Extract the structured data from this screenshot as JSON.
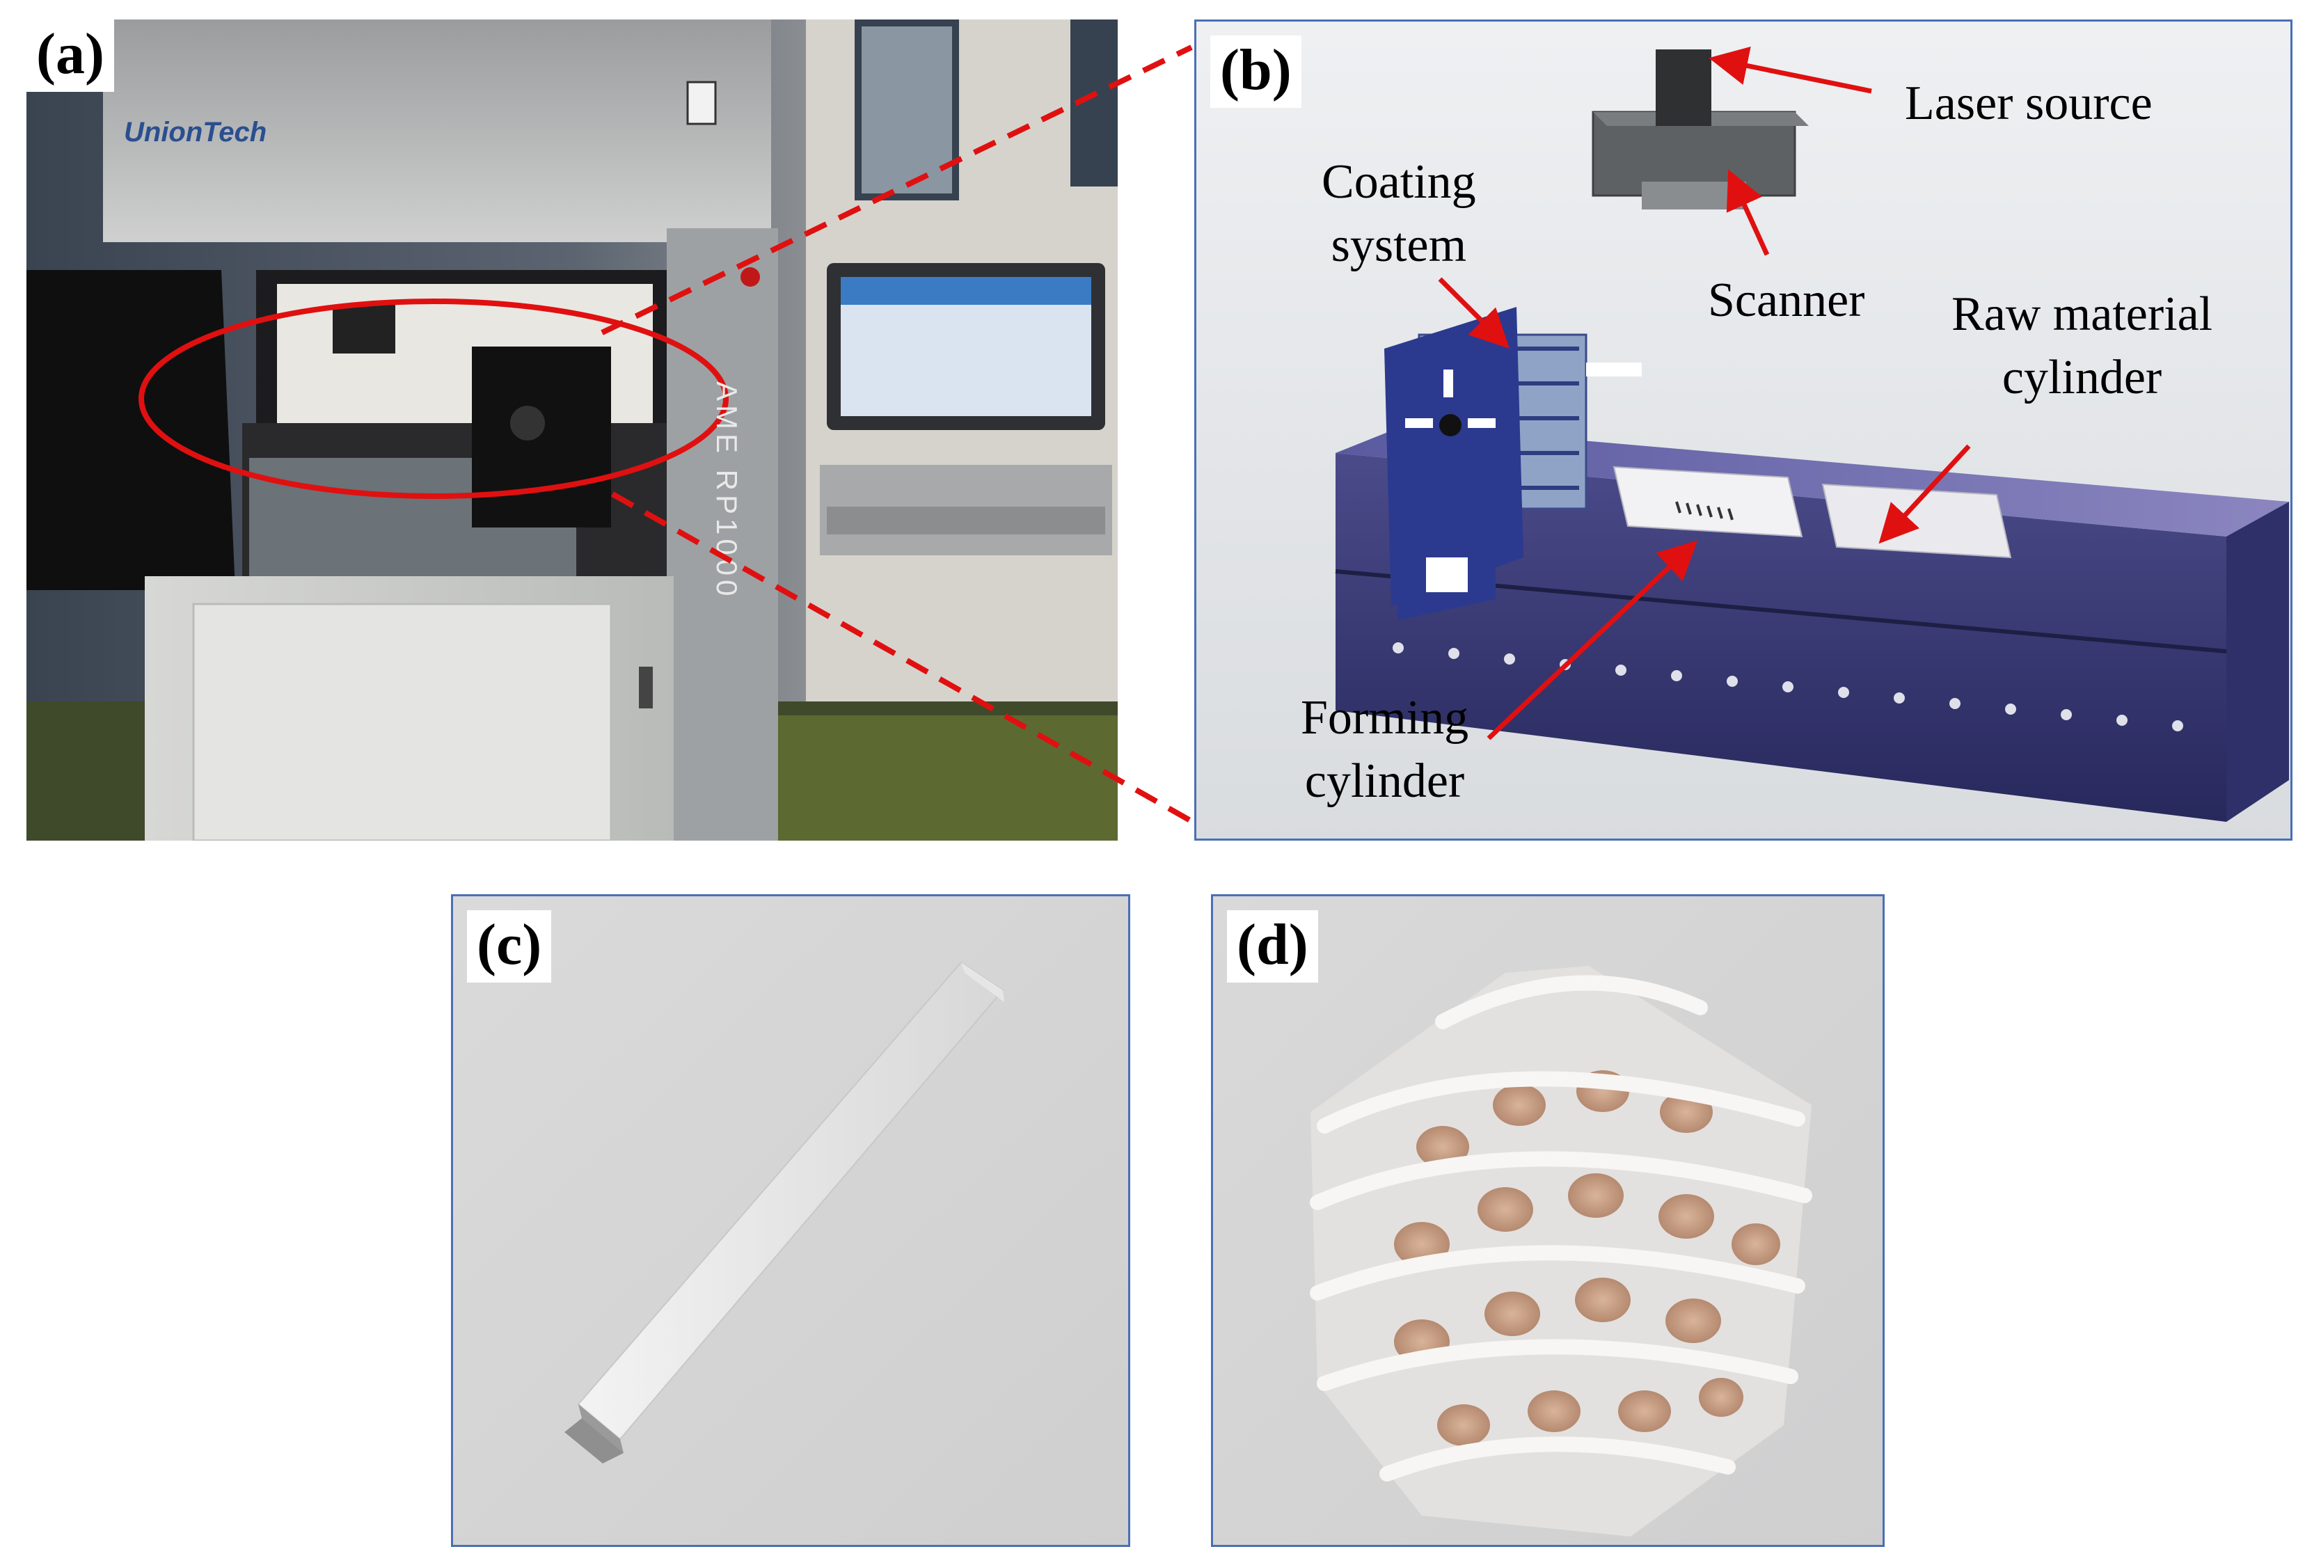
{
  "panels": {
    "a": {
      "label": "(a)",
      "brand": "UnionTech",
      "model": "AME  RP1000"
    },
    "b": {
      "label": "(b)",
      "laser_source": "Laser source",
      "scanner": "Scanner",
      "coating_system": [
        "Coating",
        "system"
      ],
      "raw_material_cylinder": [
        "Raw material",
        "cylinder"
      ],
      "forming_cylinder": [
        "Forming",
        "cylinder"
      ]
    },
    "c": {
      "label": "(c)"
    },
    "d": {
      "label": "(d)"
    }
  },
  "colors": {
    "panel_border": "#4a6fb5",
    "highlight_red": "#e01010",
    "machine_body": "#7a6fb0",
    "coating_blue": "#2b3a8f"
  }
}
